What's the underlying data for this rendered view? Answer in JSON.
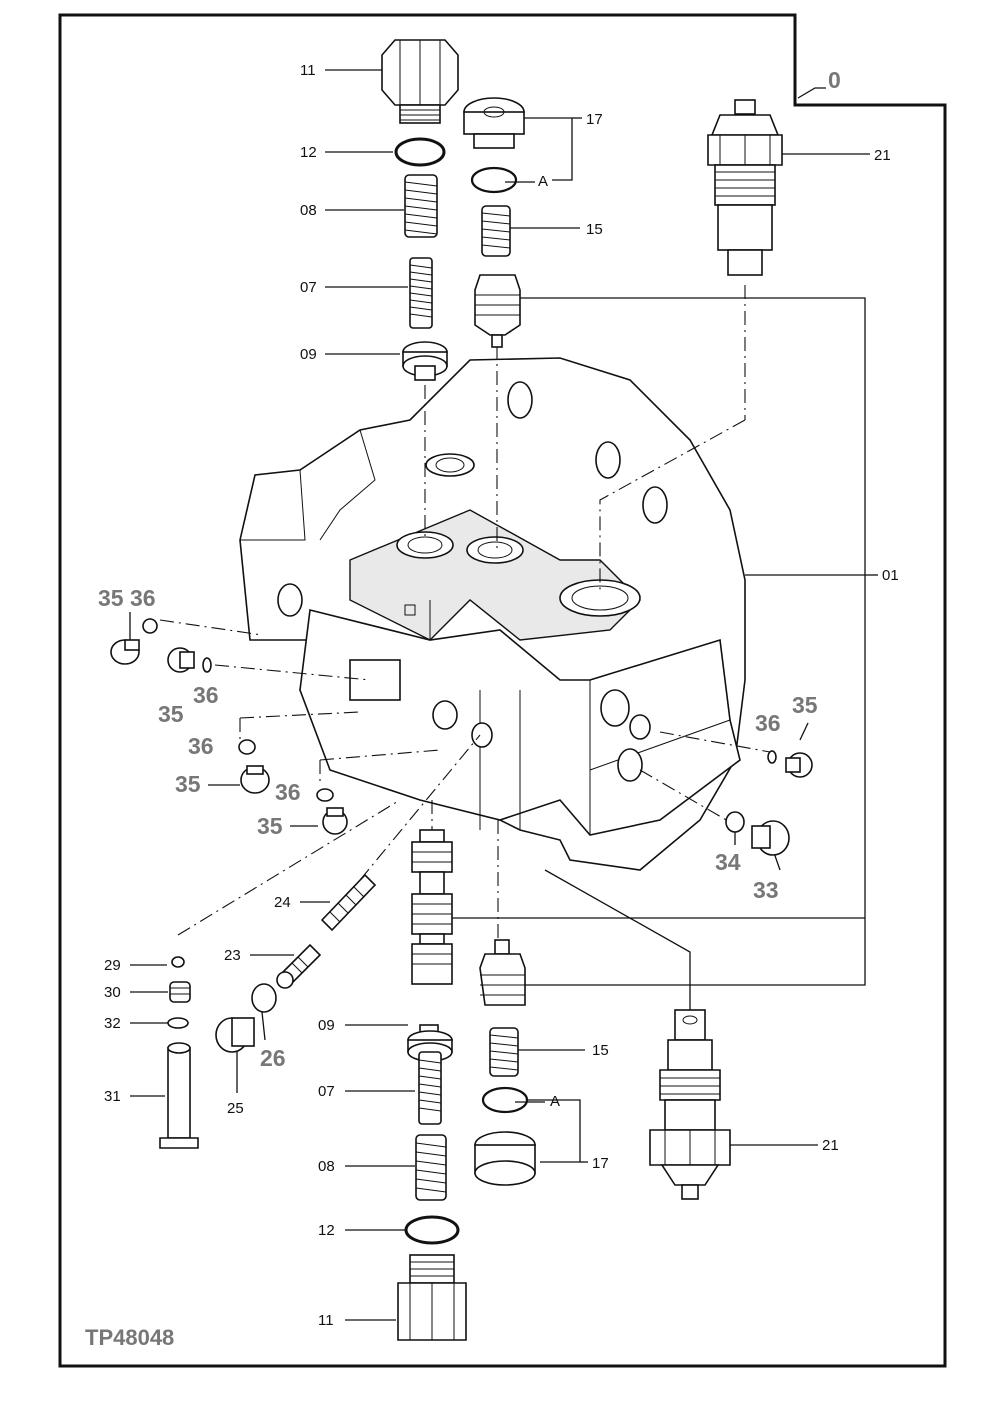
{
  "drawing_code": "TP48048",
  "group_label": "0",
  "callouts": {
    "c11_top": "11",
    "c12_top": "12",
    "c08_top": "08",
    "c07_top": "07",
    "c09_top": "09",
    "c17_top": "17",
    "cA_top": "A",
    "c15_top": "15",
    "c21_top": "21",
    "c01": "01",
    "c35_a": "35",
    "c36_a": "36",
    "c35_b": "35",
    "c36_b": "36",
    "c36_c": "36",
    "c35_c": "35",
    "c36_d": "36",
    "c35_d": "35",
    "c36_e": "36",
    "c35_e": "35",
    "c34": "34",
    "c33": "33",
    "c24": "24",
    "c29": "29",
    "c23": "23",
    "c30": "30",
    "c32": "32",
    "c26": "26",
    "c31": "31",
    "c25": "25",
    "c09_bot": "09",
    "c15_bot": "15",
    "c07_bot": "07",
    "cA_bot": "A",
    "c17_bot": "17",
    "c08_bot": "08",
    "c12_bot": "12",
    "c11_bot": "11",
    "c21_bot": "21"
  }
}
